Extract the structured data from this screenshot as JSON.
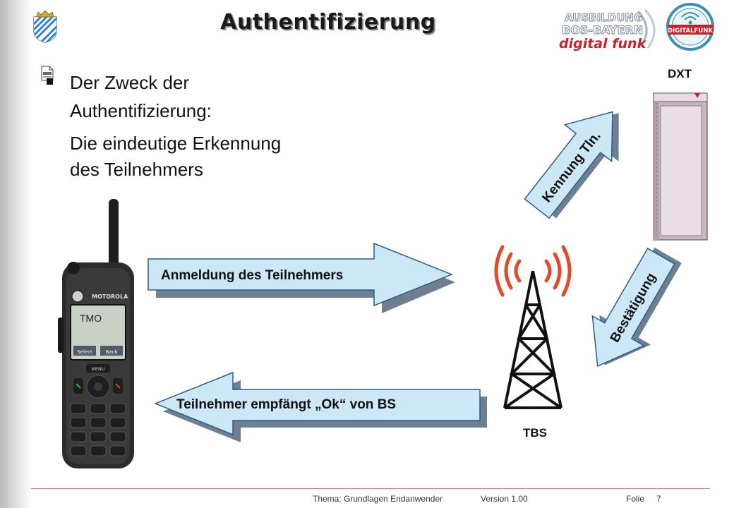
{
  "slide": {
    "title": "Authentifizierung",
    "bullet_line1": "Der Zweck der",
    "bullet_line2": "Authentifizierung:",
    "sub_line1": "Die eindeutige Erkennung",
    "sub_line2": "des Teilnehmers"
  },
  "logos": {
    "bos_line1": "AUSBILDUNG",
    "bos_line2": "BOS-BAYERN",
    "bos_line3": "digital funk",
    "digitalfunk": "DIGITALFUNK"
  },
  "diagram": {
    "dxt_label": "DXT",
    "tbs_label": "TBS",
    "phone_screen_label": "TMO",
    "phone_brand": "MOTOROLA",
    "phone_softkey_left": "Select",
    "phone_softkey_right": "Back",
    "phone_menu": "MENU",
    "arrow_registration": "Anmeldung des Teilnehmers",
    "arrow_ok": "Teilnehmer empfängt „Ok“ von BS",
    "arrow_identity": "Kennung Tln.",
    "arrow_confirm": "Bestätigung"
  },
  "footer": {
    "thema": "Thema: Grundlagen Endanwender",
    "version": "Version 1.00",
    "folie_label": "Folie",
    "folie_number": "7"
  },
  "colors": {
    "arrow_fill": "#cce8f6",
    "arrow_stroke": "#2a5d8a",
    "signal_red": "#e2492a",
    "footer_rule": "#e0796a"
  }
}
